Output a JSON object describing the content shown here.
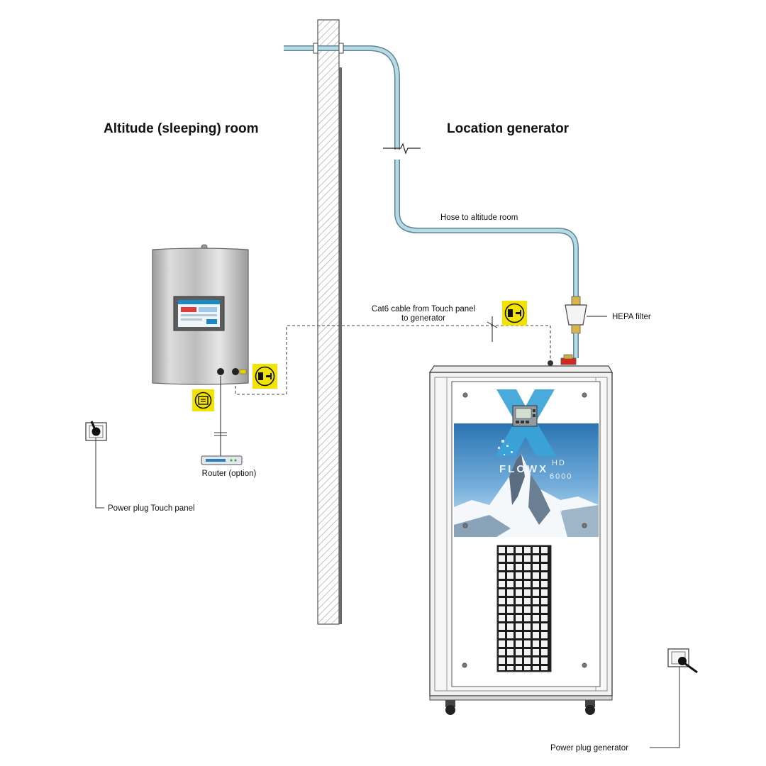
{
  "headings": {
    "left_room": "Altitude (sleeping) room",
    "right_room": "Location generator"
  },
  "labels": {
    "hose": "Hose to altitude room",
    "cat6_line1": "Cat6 cable from Touch panel",
    "cat6_line2": "to generator",
    "hepa": "HEPA filter",
    "router": "Router (option)",
    "power_touch": "Power plug Touch panel",
    "power_generator": "Power plug generator"
  },
  "generator": {
    "brand_logo": "FLOWX",
    "brand_suffix": "HD",
    "model_number": "6000"
  },
  "colors": {
    "hose": "#9ec4d2",
    "icon_badge": "#f2e400",
    "wall_hatch": "#9a9a9a",
    "sky_blue": "#2f7fb8",
    "logo_blue": "#3aa4d8"
  },
  "icons": [
    "ethernet-plug-icon",
    "network-icon",
    "power-socket-icon"
  ]
}
